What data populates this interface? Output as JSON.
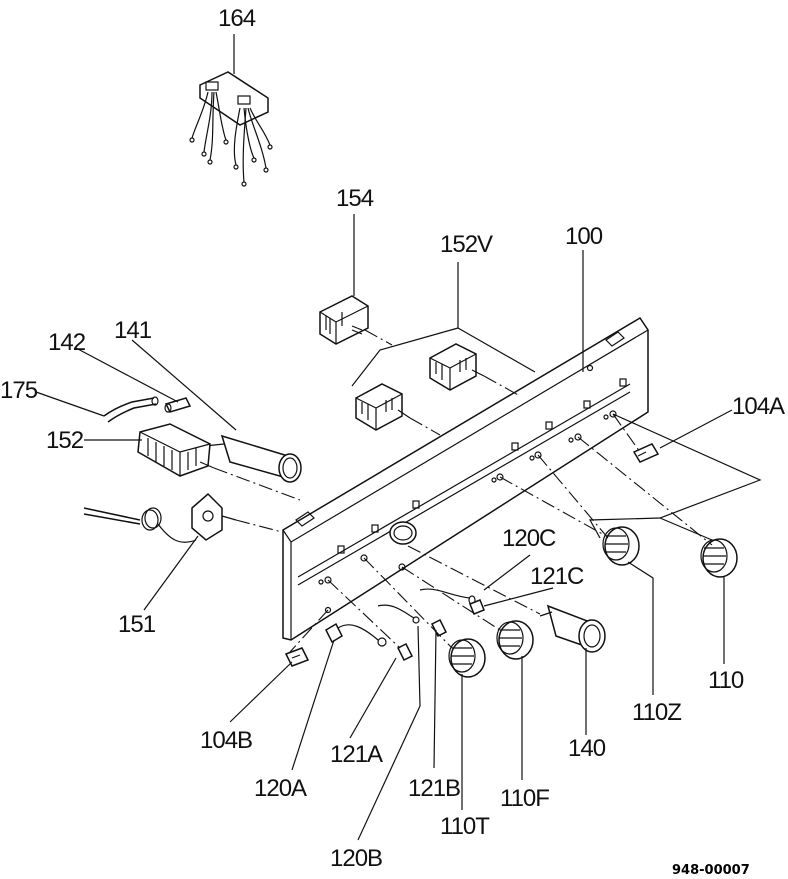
{
  "labels": {
    "p164": "164",
    "p154": "154",
    "p152V": "152V",
    "p100": "100",
    "p142": "142",
    "p141": "141",
    "p175": "175",
    "p152": "152",
    "p104A": "104A",
    "p120C": "120C",
    "p121C": "121C",
    "p151": "151",
    "p110": "110",
    "p110Z": "110Z",
    "p104B": "104B",
    "p121A": "121A",
    "p140": "140",
    "p120A": "120A",
    "p121B": "121B",
    "p110F": "110F",
    "p110T": "110T",
    "p120B": "120B"
  },
  "drawing_code": "948-00007"
}
